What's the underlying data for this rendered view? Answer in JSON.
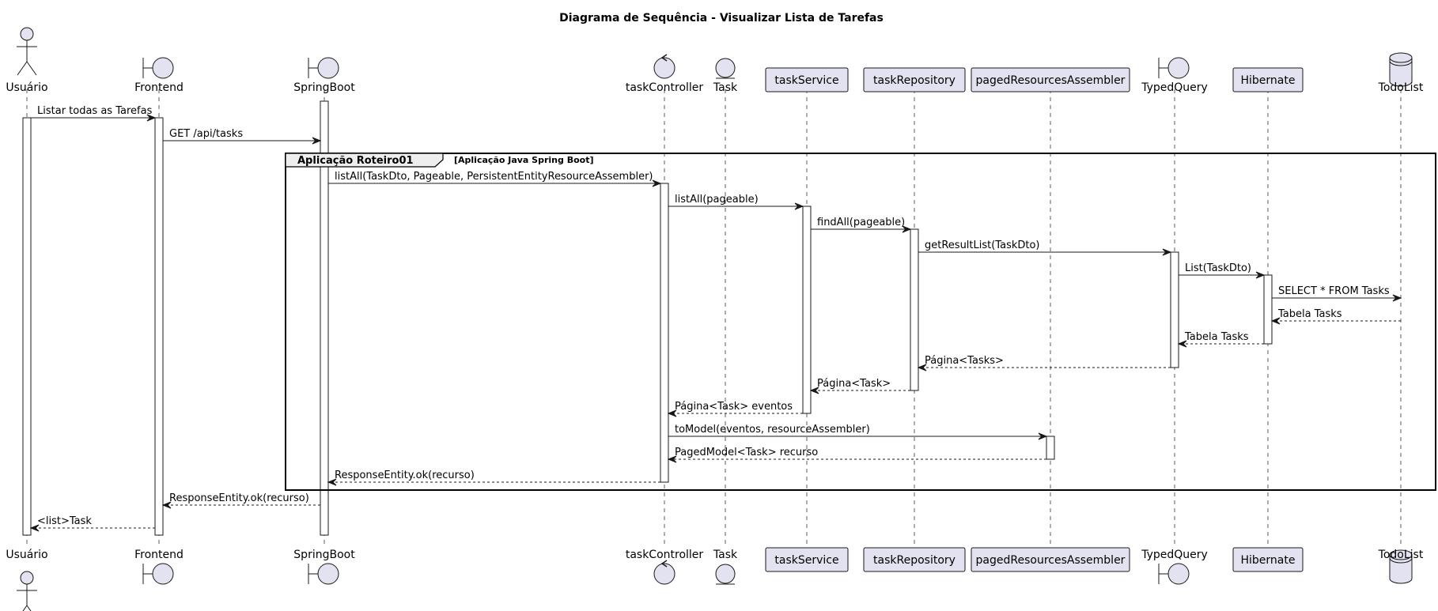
{
  "title": "Diagrama de Sequência - Visualizar Lista de Tarefas",
  "participants": [
    {
      "id": "usuario",
      "name": "Usuário",
      "kind": "actor"
    },
    {
      "id": "frontend",
      "name": "Frontend",
      "kind": "boundary"
    },
    {
      "id": "springboot",
      "name": "SpringBoot",
      "kind": "boundary"
    },
    {
      "id": "taskcontroller",
      "name": "taskController",
      "kind": "control"
    },
    {
      "id": "task",
      "name": "Task",
      "kind": "entity"
    },
    {
      "id": "taskservice",
      "name": "taskService",
      "kind": "participant"
    },
    {
      "id": "taskrepository",
      "name": "taskRepository",
      "kind": "participant"
    },
    {
      "id": "pagedresourcesassembler",
      "name": "pagedResourcesAssembler",
      "kind": "participant"
    },
    {
      "id": "typedquery",
      "name": "TypedQuery",
      "kind": "boundary"
    },
    {
      "id": "hibernate",
      "name": "Hibernate",
      "kind": "participant"
    },
    {
      "id": "todolist",
      "name": "TodoList",
      "kind": "database"
    }
  ],
  "group": {
    "label": "Aplicação Roteiro01",
    "sublabel": "[Aplicação Java Spring Boot]"
  },
  "messages": [
    {
      "from": "usuario",
      "to": "frontend",
      "label": "Listar todas as Tarefas",
      "return": false
    },
    {
      "from": "frontend",
      "to": "springboot",
      "label": "GET /api/tasks",
      "return": false
    },
    {
      "from": "springboot",
      "to": "taskcontroller",
      "label": "listAll(TaskDto, Pageable, PersistentEntityResourceAssembler)",
      "return": false
    },
    {
      "from": "taskcontroller",
      "to": "taskservice",
      "label": "listAll(pageable)",
      "return": false
    },
    {
      "from": "taskservice",
      "to": "taskrepository",
      "label": "findAll(pageable)",
      "return": false
    },
    {
      "from": "taskrepository",
      "to": "typedquery",
      "label": "getResultList(TaskDto)",
      "return": false
    },
    {
      "from": "typedquery",
      "to": "hibernate",
      "label": "List(TaskDto)",
      "return": false
    },
    {
      "from": "hibernate",
      "to": "todolist",
      "label": "SELECT * FROM Tasks",
      "return": false
    },
    {
      "from": "todolist",
      "to": "hibernate",
      "label": "Tabela Tasks",
      "return": true
    },
    {
      "from": "hibernate",
      "to": "typedquery",
      "label": "Tabela Tasks",
      "return": true
    },
    {
      "from": "typedquery",
      "to": "taskrepository",
      "label": "Página<Tasks>",
      "return": true
    },
    {
      "from": "taskrepository",
      "to": "taskservice",
      "label": "Página<Task>",
      "return": true
    },
    {
      "from": "taskservice",
      "to": "taskcontroller",
      "label": "Página<Task> eventos",
      "return": true
    },
    {
      "from": "taskcontroller",
      "to": "pagedresourcesassembler",
      "label": "toModel(eventos, resourceAssembler)",
      "return": false
    },
    {
      "from": "pagedresourcesassembler",
      "to": "taskcontroller",
      "label": "PagedModel<Task> recurso",
      "return": true
    },
    {
      "from": "taskcontroller",
      "to": "springboot",
      "label": "ResponseEntity.ok(recurso)",
      "return": true
    },
    {
      "from": "springboot",
      "to": "frontend",
      "label": "ResponseEntity.ok(recurso)",
      "return": true
    },
    {
      "from": "frontend",
      "to": "usuario",
      "label": "<list>Task",
      "return": true
    }
  ]
}
